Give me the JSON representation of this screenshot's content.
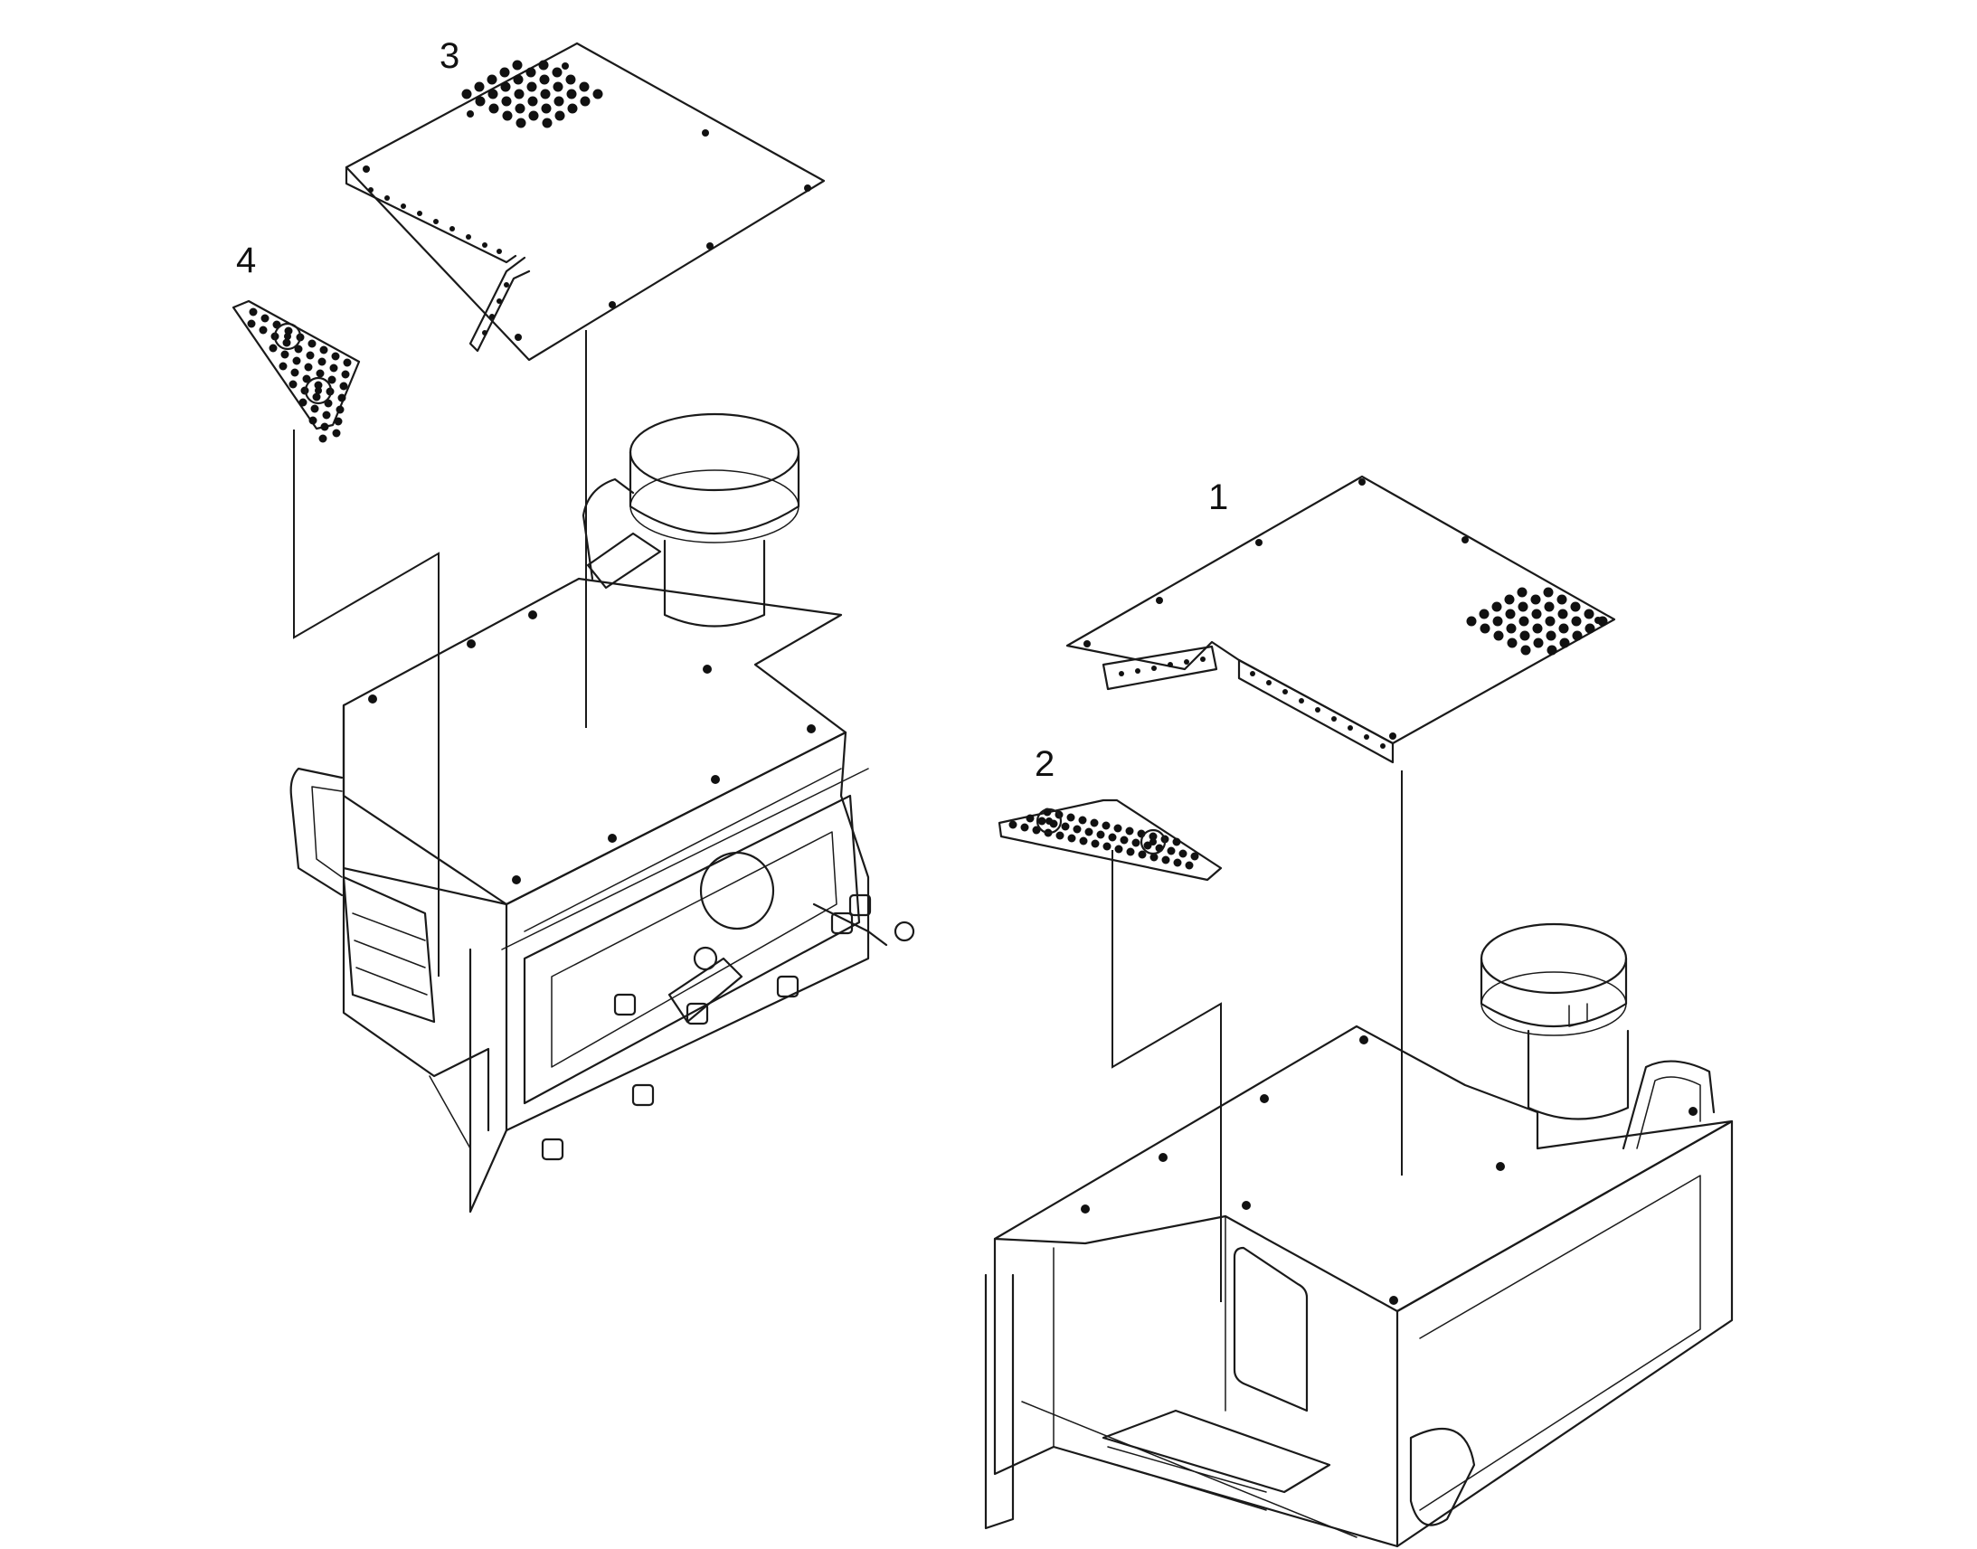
{
  "diagram": {
    "callouts": [
      {
        "id": "item-1",
        "label": "1"
      },
      {
        "id": "item-2",
        "label": "2"
      },
      {
        "id": "item-3",
        "label": "3"
      },
      {
        "id": "item-4",
        "label": "4"
      }
    ]
  }
}
